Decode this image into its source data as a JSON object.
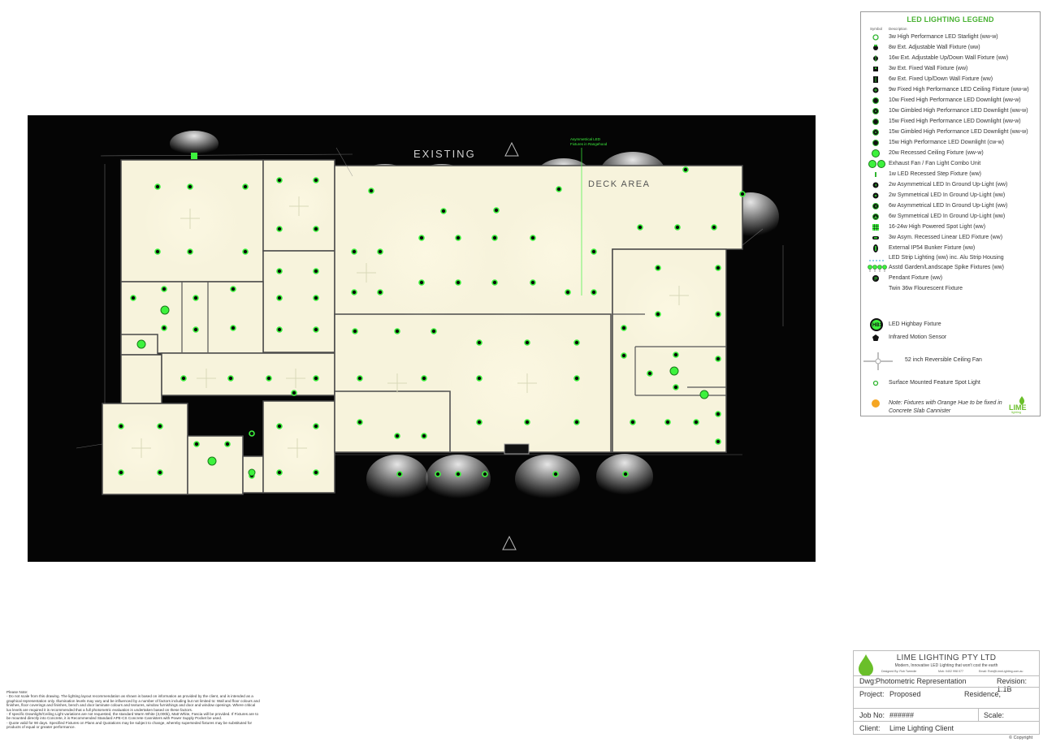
{
  "plan": {
    "labels": {
      "existing": "EXISTING",
      "deck_area": "DECK AREA",
      "rangehood_note_1": "Asymmetrical LED",
      "rangehood_note_2": "Fixtures in Rangehood"
    }
  },
  "legend": {
    "title": "LED LIGHTING LEGEND",
    "col_symbol": "Symbol",
    "col_description": "Description",
    "items": [
      {
        "icon": "starlight-icon",
        "label": "3w High Performance LED Starlight (ww-w)"
      },
      {
        "icon": "adjustable-wall-fixture-icon",
        "label": "8w Ext. Adjustable Wall Fixture (ww)"
      },
      {
        "icon": "up-down-wall-fixture-icon",
        "label": "16w Ext. Adjustable Up/Down Wall Fixture (ww)"
      },
      {
        "icon": "fixed-wall-fixture-icon",
        "label": "3w Ext. Fixed Wall Fixture (ww)"
      },
      {
        "icon": "fixed-up-down-wall-fixture-icon",
        "label": "6w Ext. Fixed Up/Down Wall Fixture (ww)"
      },
      {
        "icon": "ceiling-fixture-icon",
        "label": "9w Fixed High Performance LED Ceiling Fixture (ww-w)"
      },
      {
        "icon": "downlight-icon",
        "label": "10w Fixed High Performance LED Downlight (ww-w)"
      },
      {
        "icon": "gimbled-downlight-icon",
        "label": "10w Gimbled High Performance LED Downlight (ww-w)"
      },
      {
        "icon": "downlight-icon",
        "label": "15w Fixed High Performance LED Downlight (ww-w)"
      },
      {
        "icon": "gimbled-downlight-icon",
        "label": "15w Gimbled High Performance LED Downlight (ww-w)"
      },
      {
        "icon": "downlight-icon",
        "label": "15w High Performance LED Downlight (cw-w)"
      },
      {
        "icon": "recessed-ceiling-fixture-icon",
        "label": "20w Recessed Ceiling Fixture (ww-w)"
      },
      {
        "icon": "exhaust-fan-icon",
        "label": "Exhaust Fan / Fan Light Combo Unit"
      },
      {
        "icon": "step-fixture-icon",
        "label": "1w LED Recessed Step Fixture (ww)"
      },
      {
        "icon": "asymmetrical-uplight-icon",
        "label": "2w Asymmetrical LED In Ground Up-Light (ww)"
      },
      {
        "icon": "symmetrical-uplight-icon",
        "label": "2w Symmetrical LED In Ground Up-Light (ww)"
      },
      {
        "icon": "asymmetrical-uplight-icon",
        "label": "6w Asymmetrical LED In Ground Up-Light (ww)"
      },
      {
        "icon": "symmetrical-uplight-icon",
        "label": "6w Symmetrical LED In Ground Up-Light (ww)"
      },
      {
        "icon": "spot-light-grid-icon",
        "label": "16-24w High Powered Spot Light (ww)"
      },
      {
        "icon": "linear-led-icon",
        "label": "3w Asym. Recessed Linear LED Fixture (ww)"
      },
      {
        "icon": "bunker-fixture-icon",
        "label": "External IP54 Bunker Fixture (ww)"
      },
      {
        "icon": "strip-lighting-icon",
        "label": "LED Strip Lighting (ww) inc. Alu Strip Housing"
      },
      {
        "icon": "spike-fixture-icon",
        "label": "Asstd Garden/Landscape Spike Fixtures (ww)"
      },
      {
        "icon": "pendant-icon",
        "label": "Pendant Fixture (ww)"
      },
      {
        "icon": "flourescent-icon",
        "label": "Twin 36w Flourescent Fixture"
      },
      {
        "icon": "highbay-icon",
        "label": "LED Highbay Fixture"
      },
      {
        "icon": "motion-sensor-icon",
        "label": "Infrared Motion Sensor"
      },
      {
        "icon": "ceiling-fan-icon",
        "label": "52 inch Reversible Ceiling Fan"
      },
      {
        "icon": "feature-spot-icon",
        "label": "Surface Mounted Feature Spot Light"
      }
    ],
    "highbay_badge": "HB1",
    "note": "Note: Fixtures with Orange Hue to be fixed in Concrete Slab Cannister",
    "note_color": "#f5a623",
    "logo_text": "LIME",
    "logo_subtext": "lighting"
  },
  "notes": {
    "heading": "Please Note:",
    "lines": [
      "- Do not scale from this drawing. The lighting layout recommendation as shown is based on information as provided by the client, and is intended as a graphical representation only. Illumination levels may vary and be influenced by a number of factors including but not limited to: Wall and floor colours and finishes, floor coverings and finishes, bench and door laminate colours and textures, window furnishings and door and window openings. Where critical lux levels are required it is recommended that a full photometric evaluation is undertaken based on these factors.",
      "- If specific Downlight/Ceiling Light variations are not requested, the standard Warm White (3,000k), Matt White, Fascia will be provided. If Fixtures are to be mounted directly into Concrete, it is Recommended Standard APE-CS Concrete Cannisters with Power Supply Pocket be used.",
      "- Quote valid for 90 days. Specified Fixtures on Plans and Quotations may be subject to change, whereby superseded fixtures may be substituted for products of equal or greater performance."
    ]
  },
  "title_block": {
    "company": "LIME LIGHTING PTY LTD",
    "tagline": "Modern, Innovative LED Lighting that won't cost the earth",
    "designed_by": "Designed By: Rob Tweedie",
    "mob": "Mob: 0402 998 077",
    "email": "Email: Rob@LimeLighting.com.au",
    "dwg_label": "Dwg:",
    "dwg_value": "Photometric Representation",
    "revision": "Revision: 1.1B",
    "project_label": "Project:",
    "project_value": "Proposed",
    "project_value_2": "Residence,",
    "job_label": "Job No:",
    "job_value": "######",
    "scale_label": "Scale:",
    "client_label": "Client:",
    "client_value": "Lime Lighting Client",
    "copyright": "© Copyright",
    "brand_green": "#6abf2a"
  },
  "colors": {
    "fixture_green": "#3df23d",
    "room_fill": "#f7f3dc",
    "plan_background": "#050505"
  }
}
